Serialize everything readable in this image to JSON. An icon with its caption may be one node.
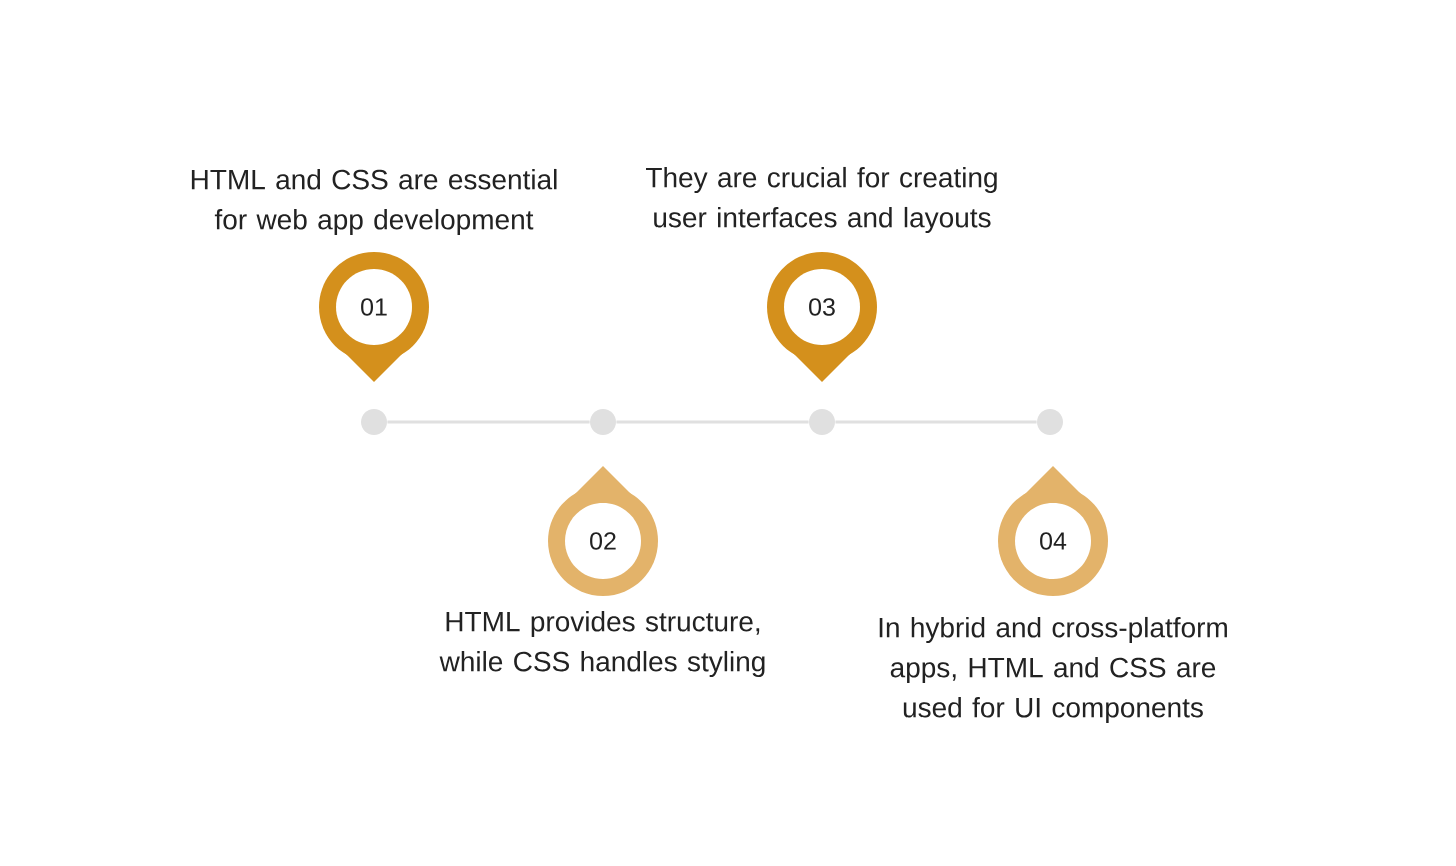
{
  "diagram": {
    "nodes": [
      {
        "text": [
          "01"
        ],
        "beside": [
          "HTML and CSS are essential for web app development"
        ]
      },
      {
        "text": [
          "02"
        ],
        "beside": [
          "HTML provides structure, while CSS handles styling"
        ]
      },
      {
        "text": [
          "03"
        ],
        "beside": [
          "They are crucial for creating user interfaces and layouts"
        ]
      },
      {
        "text": [
          "04"
        ],
        "beside": [
          "In hybrid and cross-platform apps, HTML and CSS are used for UI components"
        ]
      },
      {
        "text": [],
        "shape": "circle"
      },
      {
        "text": [],
        "shape": "circle"
      },
      {
        "text": [],
        "shape": "circle"
      },
      {
        "text": [],
        "shape": "circle"
      }
    ],
    "edges": [
      {
        "from": 4,
        "to": 5,
        "arrow": "none"
      },
      {
        "from": 5,
        "to": 6,
        "arrow": "none"
      },
      {
        "from": 6,
        "to": 7,
        "arrow": "none"
      }
    ]
  }
}
